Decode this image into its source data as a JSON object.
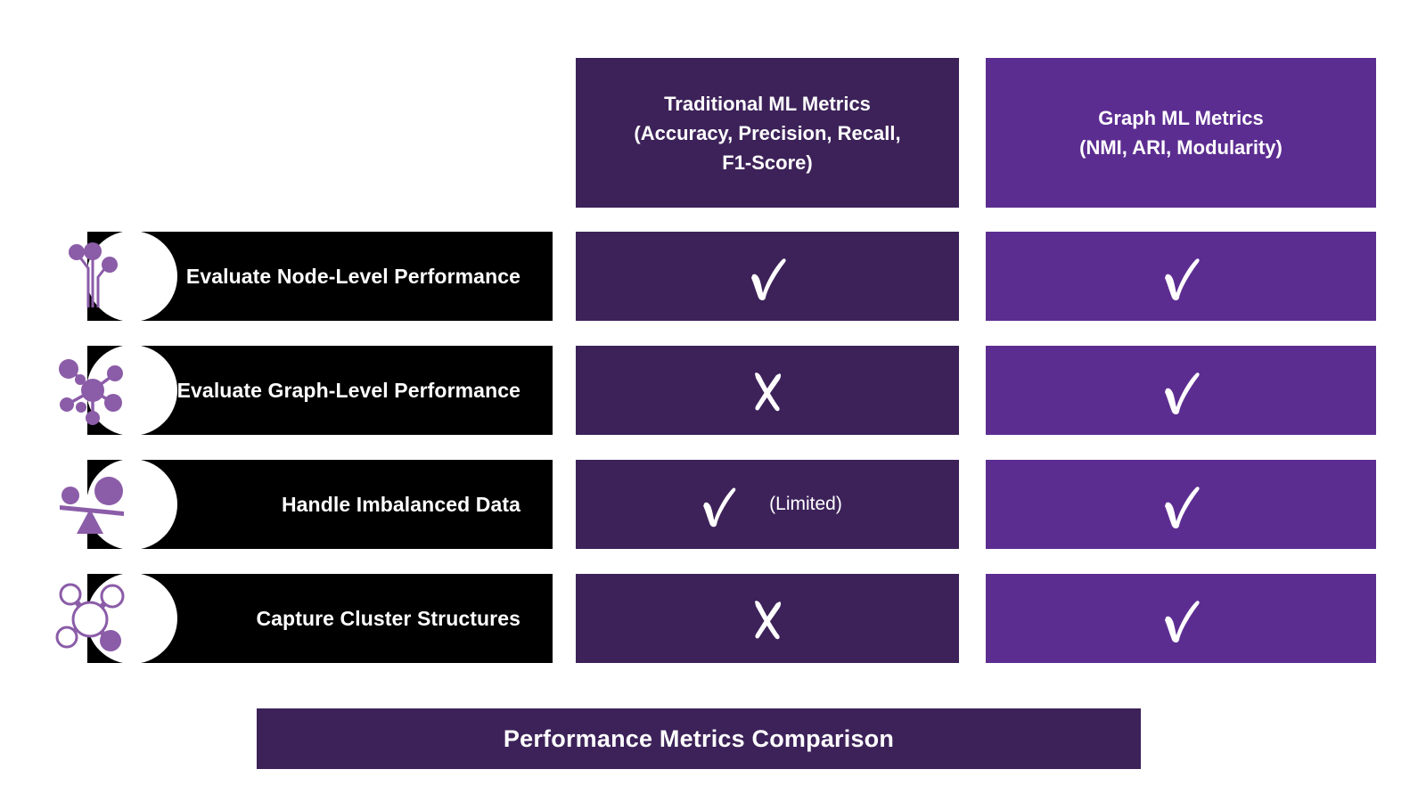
{
  "colors": {
    "traditional_column": "#3D2259",
    "graph_column": "#5C2D91",
    "label_bar": "#000000",
    "icon_accent": "#8B5CA8",
    "background": "#FFFFFF",
    "text_on_dark": "#FFFFFF"
  },
  "headers": {
    "traditional": {
      "line1": "Traditional ML Metrics",
      "line2": "(Accuracy, Precision, Recall,",
      "line3": "F1-Score)"
    },
    "graph": {
      "line1": "Graph ML Metrics",
      "line2": "(NMI, ARI, Modularity)"
    }
  },
  "rows": [
    {
      "label": "Evaluate Node-Level Performance",
      "icon": "node-stems-icon",
      "traditional": {
        "mark": "check",
        "note": ""
      },
      "graph": {
        "mark": "check",
        "note": ""
      }
    },
    {
      "label": "Evaluate Graph-Level Performance",
      "icon": "network-hub-icon",
      "traditional": {
        "mark": "cross",
        "note": ""
      },
      "graph": {
        "mark": "check",
        "note": ""
      }
    },
    {
      "label": "Handle Imbalanced Data",
      "icon": "seesaw-balance-icon",
      "traditional": {
        "mark": "check",
        "note": "(Limited)"
      },
      "graph": {
        "mark": "check",
        "note": ""
      }
    },
    {
      "label": "Capture Cluster Structures",
      "icon": "cluster-molecule-icon",
      "traditional": {
        "mark": "cross",
        "note": ""
      },
      "graph": {
        "mark": "check",
        "note": ""
      }
    }
  ],
  "footer": {
    "title": "Performance Metrics Comparison"
  }
}
